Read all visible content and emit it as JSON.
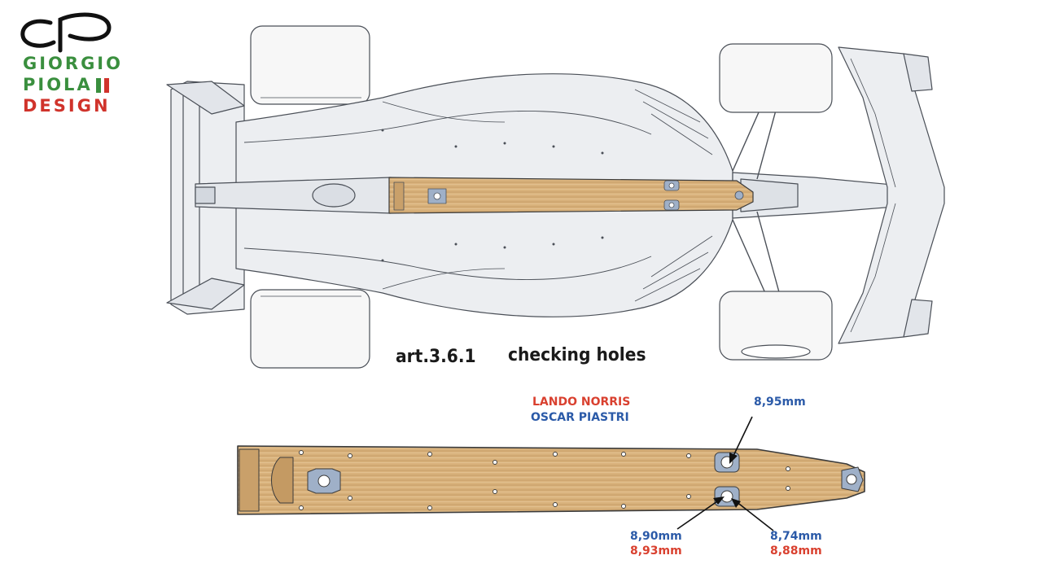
{
  "logo": {
    "line1": "GIORGIO",
    "line2": "PIOLA",
    "line3": "DESIGN",
    "colors": {
      "green": "#3a8f3e",
      "red": "#d0332b",
      "mark": "#111111"
    }
  },
  "caption": {
    "article": "art.3.6.1",
    "subject": "checking holes"
  },
  "legend": {
    "driver1": "LANDO NORRIS",
    "driver2": "OSCAR PIASTRI",
    "driver1_color": "#d9402f",
    "driver2_color": "#2b5aa8"
  },
  "measurements": {
    "front_upper": {
      "piastri": "8,95mm"
    },
    "front_lower_left": {
      "piastri": "8,90mm",
      "norris": "8,93mm"
    },
    "front_lower_right": {
      "piastri": "8,74mm",
      "norris": "8,88mm"
    }
  },
  "colors": {
    "plank_wood": "#d9b27c",
    "plank_grain": "#b8894f",
    "car_body": "#eceef1",
    "car_line": "#4a4f57",
    "tyre": "#f7f7f7",
    "skid_metal": "#9fb0c8"
  }
}
